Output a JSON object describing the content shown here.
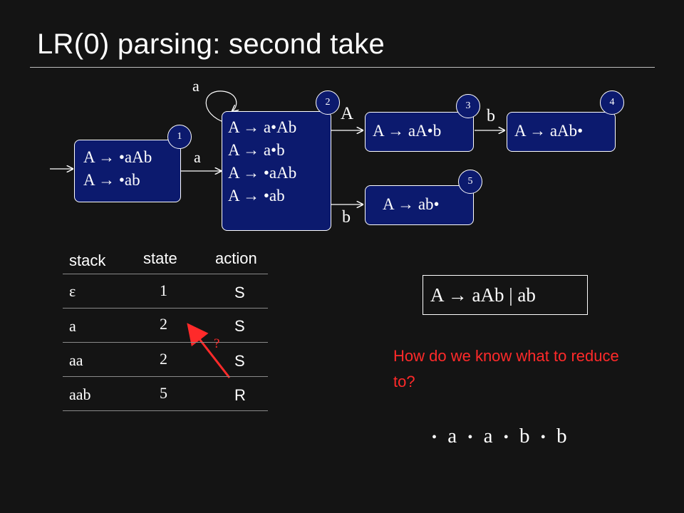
{
  "slide": {
    "title": "LR(0) parsing: second take"
  },
  "automaton": {
    "states": [
      {
        "id": "1",
        "items": [
          "A  → •aAb",
          "A  → •ab"
        ]
      },
      {
        "id": "2",
        "items": [
          "A  → a•Ab",
          "A  → a•b",
          "A  → •aAb",
          "A  → •ab"
        ]
      },
      {
        "id": "3",
        "items": [
          "A  → aA•b"
        ]
      },
      {
        "id": "4",
        "items": [
          "A  → aAb•"
        ]
      },
      {
        "id": "5",
        "items": [
          "A  → ab•"
        ]
      }
    ],
    "transitions": [
      {
        "from": "start",
        "to": "1",
        "label": ""
      },
      {
        "from": "1",
        "to": "2",
        "label": "a"
      },
      {
        "from": "2",
        "to": "2",
        "label": "a"
      },
      {
        "from": "2",
        "to": "3",
        "label": "A"
      },
      {
        "from": "3",
        "to": "4",
        "label": "b"
      },
      {
        "from": "2",
        "to": "5",
        "label": "b"
      }
    ]
  },
  "table": {
    "headers": {
      "stack": "stack",
      "state": "state",
      "action": "action"
    },
    "rows": [
      {
        "stack": "ε",
        "state": "1",
        "action": "S"
      },
      {
        "stack": "a",
        "state": "2",
        "action": "S"
      },
      {
        "stack": "aa",
        "state": "2",
        "action": "S"
      },
      {
        "stack": "aab",
        "state": "5",
        "action": "R"
      }
    ],
    "annotation": "?"
  },
  "grammar": "A  →  aAb  |  ab",
  "question": "How do we know what to reduce to?",
  "input": {
    "symbols": [
      "a",
      "a",
      "b",
      "b"
    ],
    "dot": "•"
  },
  "colors": {
    "background": "#141414",
    "state_fill": "#0c1a6e",
    "annotation_red": "#ff2a2a"
  }
}
